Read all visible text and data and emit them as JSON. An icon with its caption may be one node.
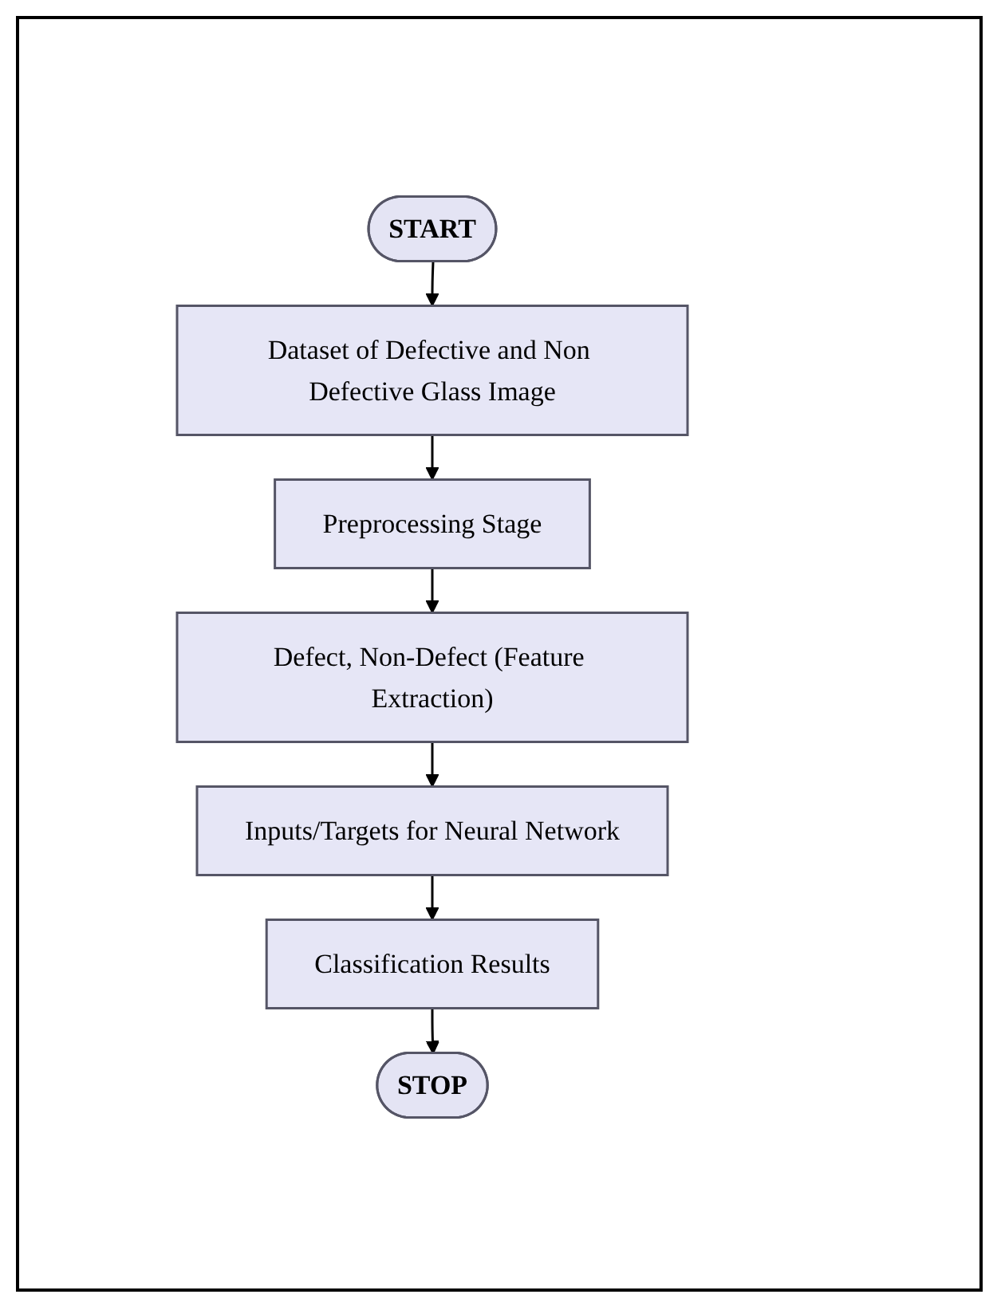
{
  "diagram": {
    "nodes": [
      {
        "text": [
          "START"
        ]
      },
      {
        "text": [
          "Dataset of Defective and Non Defective Glass Image"
        ]
      },
      {
        "text": [
          "Preprocessing Stage"
        ]
      },
      {
        "text": [
          "Defect, Non-Defect (Feature Extraction)"
        ]
      },
      {
        "text": [
          "Inputs/Targets for Neural Network"
        ]
      },
      {
        "text": [
          "Classification Results"
        ]
      },
      {
        "text": [
          "STOP"
        ]
      }
    ],
    "edges": [
      {
        "from": 0,
        "to": 1,
        "arrow": "to"
      },
      {
        "from": 1,
        "to": 2,
        "arrow": "to"
      },
      {
        "from": 2,
        "to": 3,
        "arrow": "to"
      },
      {
        "from": 3,
        "to": 4,
        "arrow": "to"
      },
      {
        "from": 4,
        "to": 5,
        "arrow": "to"
      },
      {
        "from": 5,
        "to": 6,
        "arrow": "to"
      }
    ]
  }
}
